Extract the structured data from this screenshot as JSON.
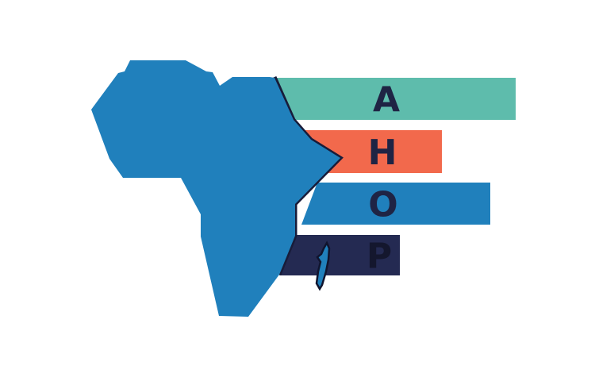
{
  "logo": {
    "acronym": "AHOP"
  },
  "bars": [
    {
      "letter": "A",
      "color": "#5EBCAC"
    },
    {
      "letter": "H",
      "color": "#F2694C"
    },
    {
      "letter": "O",
      "color": "#2080BC"
    },
    {
      "letter": "P",
      "color": "#242A52"
    }
  ],
  "map": {
    "color": "#2080BC",
    "outline_color": "#181C3A",
    "madagascar_color": "#2080BC",
    "madagascar_outline_color": "#10142E"
  },
  "letters_style": {
    "color": "#1F2444",
    "p_color": "#14172E"
  },
  "background": "#FFFFFF"
}
